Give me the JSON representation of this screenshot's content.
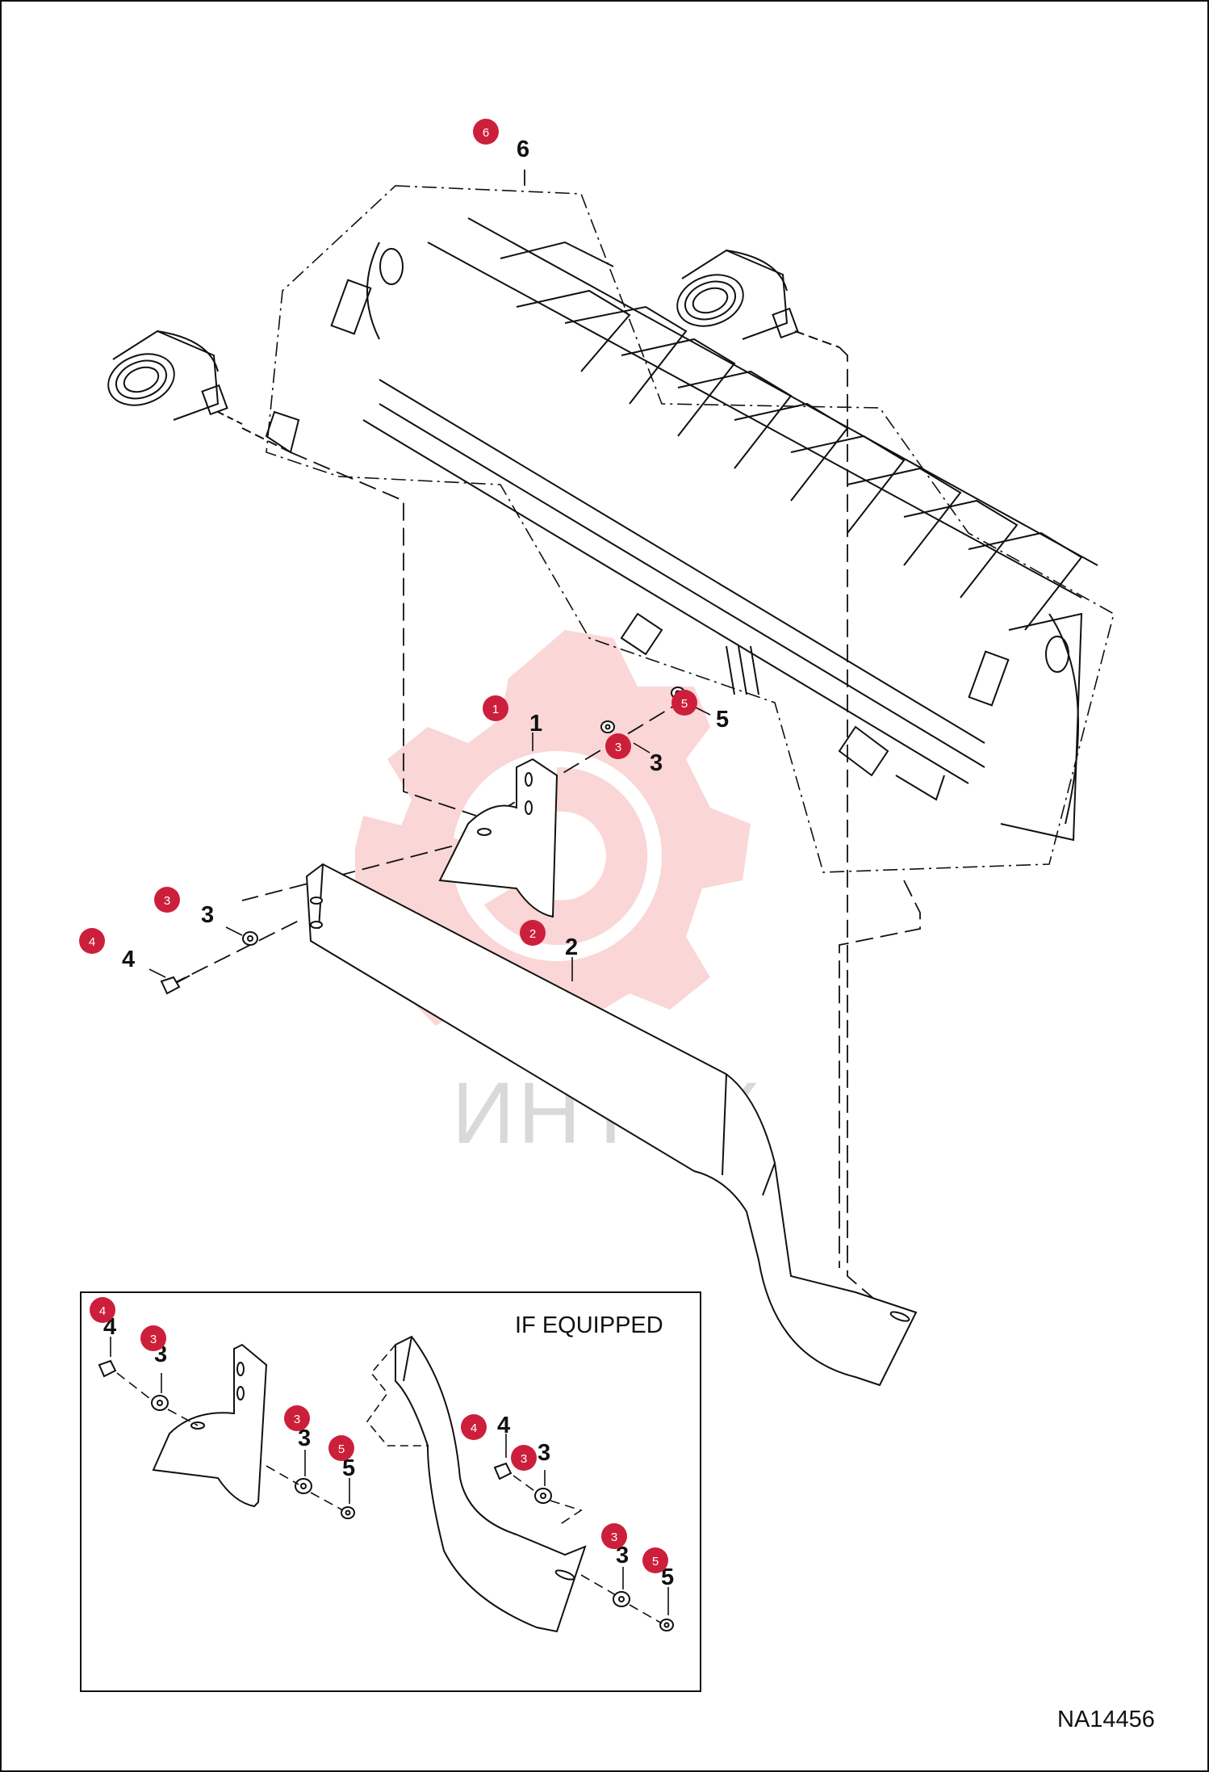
{
  "figure": {
    "code": "NA14456",
    "inset_title": "IF EQUIPPED",
    "watermark_text": "ИНТЕХ"
  },
  "callouts": [
    {
      "id": "c6",
      "number": "6",
      "badge": "6"
    },
    {
      "id": "c1",
      "number": "1",
      "badge": "1"
    },
    {
      "id": "c5",
      "number": "5",
      "badge": "5"
    },
    {
      "id": "c3a",
      "number": "3",
      "badge": "3"
    },
    {
      "id": "c3b",
      "number": "3",
      "badge": "3"
    },
    {
      "id": "c4",
      "number": "4",
      "badge": "4"
    },
    {
      "id": "c2",
      "number": "2",
      "badge": "2"
    }
  ],
  "inset_callouts": [
    {
      "id": "i4a",
      "number": "4",
      "badge": "4"
    },
    {
      "id": "i3a",
      "number": "3",
      "badge": "3"
    },
    {
      "id": "i3b",
      "number": "3",
      "badge": "3"
    },
    {
      "id": "i5a",
      "number": "5",
      "badge": "5"
    },
    {
      "id": "i4b",
      "number": "4",
      "badge": "4"
    },
    {
      "id": "i3c",
      "number": "3",
      "badge": "3"
    },
    {
      "id": "i3d",
      "number": "3",
      "badge": "3"
    },
    {
      "id": "i5b",
      "number": "5",
      "badge": "5"
    }
  ],
  "colors": {
    "badge": "#cc1f3b",
    "line": "#111111",
    "watermark": "#f5b3b3"
  }
}
